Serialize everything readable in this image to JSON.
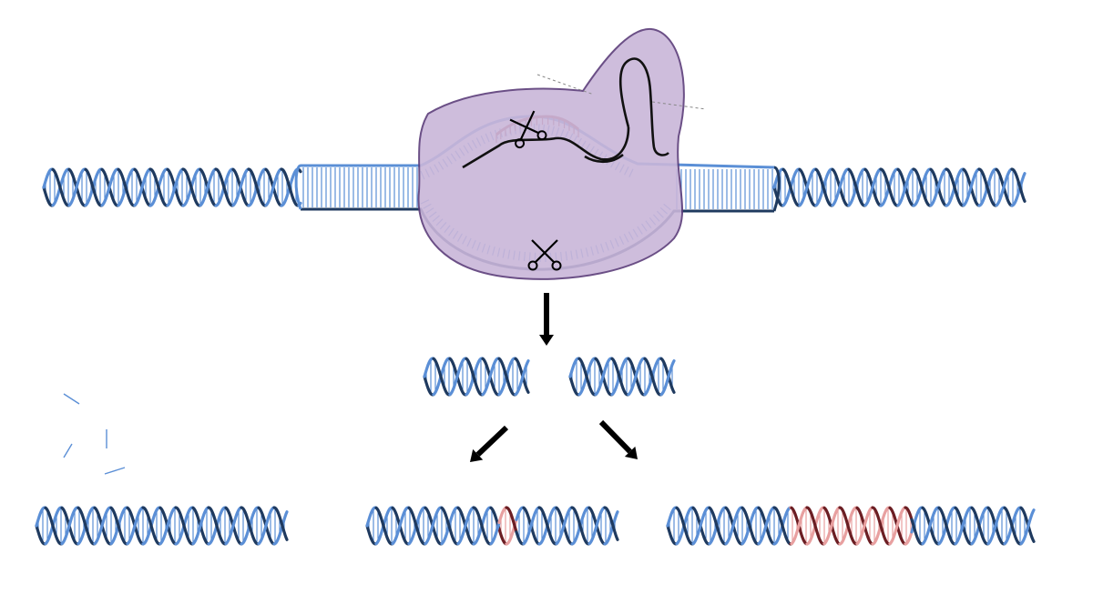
{
  "diagram": {
    "type": "crispr-cas9-mechanism",
    "labels": [],
    "colors": {
      "strand_dark": "#1f3a5f",
      "strand_light": "#5b8fd6",
      "rung": "#5b8fd6",
      "cas9_fill": "#c9b6d9",
      "cas9_stroke": "#5b3d7a",
      "guide_rna": "#111111",
      "rna_pairing": "#a33a3a",
      "edit_dark": "#6b1e23",
      "edit_light": "#e8a0a0",
      "arrow": "#000000",
      "dashed_line": "#888888"
    },
    "stages": [
      {
        "id": "cas9-binding",
        "elements": [
          "dna",
          "cas9-protein",
          "guide-rna",
          "scissors",
          "scissors"
        ]
      },
      {
        "id": "double-strand-break",
        "elements": [
          "dna-fragment",
          "dna-fragment"
        ]
      },
      {
        "id": "repair-outcomes",
        "elements": [
          "degraded-fragments",
          "unrepaired-dna",
          "indel-repair",
          "insertion-repair"
        ]
      }
    ],
    "icons": [
      "scissors-icon",
      "arrow-icon"
    ]
  }
}
